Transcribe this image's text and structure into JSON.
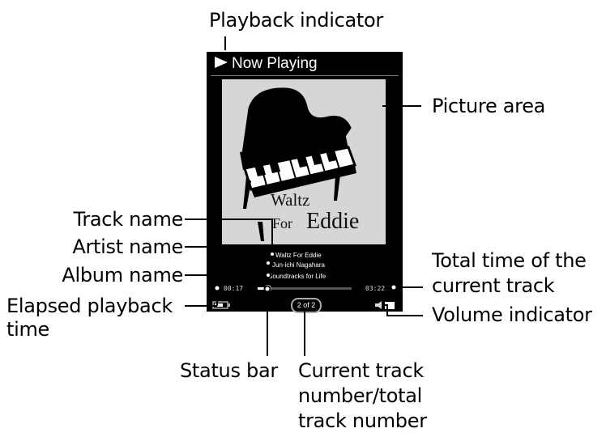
{
  "device": {
    "header_title": "Now Playing",
    "album_art": {
      "line1": "Waltz",
      "line2_prefix": "For",
      "line2_main": "Eddie"
    },
    "track_name": "Waltz For Eddie",
    "artist_name": "Jun-ichi Nagahara",
    "album_name": "Soundtracks for Life",
    "elapsed_time": "00:17",
    "total_time": "03:22",
    "track_counter": "2 of 2",
    "progress_fraction": 0.09
  },
  "callouts": {
    "playback_indicator": "Playback indicator",
    "picture_area": "Picture area",
    "track_name": "Track name",
    "artist_name": "Artist name",
    "album_name": "Album name",
    "elapsed_line1": "Elapsed playback",
    "elapsed_line2": "time",
    "total_line1": "Total time of the",
    "total_line2": "current track",
    "volume_indicator": "Volume indicator",
    "status_bar": "Status bar",
    "counter_line1": "Current track",
    "counter_line2": "number/total",
    "counter_line3": "track number"
  },
  "colors": {
    "screen": "#000000",
    "art_background": "#d6d6d6",
    "text": "#000000"
  }
}
